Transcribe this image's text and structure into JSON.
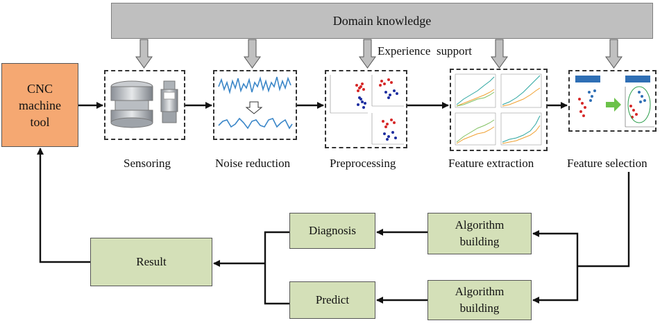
{
  "domain_knowledge": "Domain knowledge",
  "experience_support": "Experience  support",
  "cnc": [
    "CNC",
    "machine",
    "tool"
  ],
  "stages": {
    "sensoring": "Sensoring",
    "noise_reduction": "Noise reduction",
    "preprocessing": "Preprocessing",
    "feature_extraction": "Feature extraction",
    "feature_selection": "Feature selection"
  },
  "diagnosis": "Diagnosis",
  "predict": "Predict",
  "result": "Result",
  "algorithm_building_top": [
    "Algorithm",
    "building"
  ],
  "algorithm_building_bottom": [
    "Algorithm",
    "building"
  ],
  "colors": {
    "domain_box": "#bfbfbf",
    "cnc_box": "#f5a872",
    "green_box": "#d4e0b8",
    "down_arrow": "#c0c0c0",
    "signal": "#3a86c8"
  }
}
